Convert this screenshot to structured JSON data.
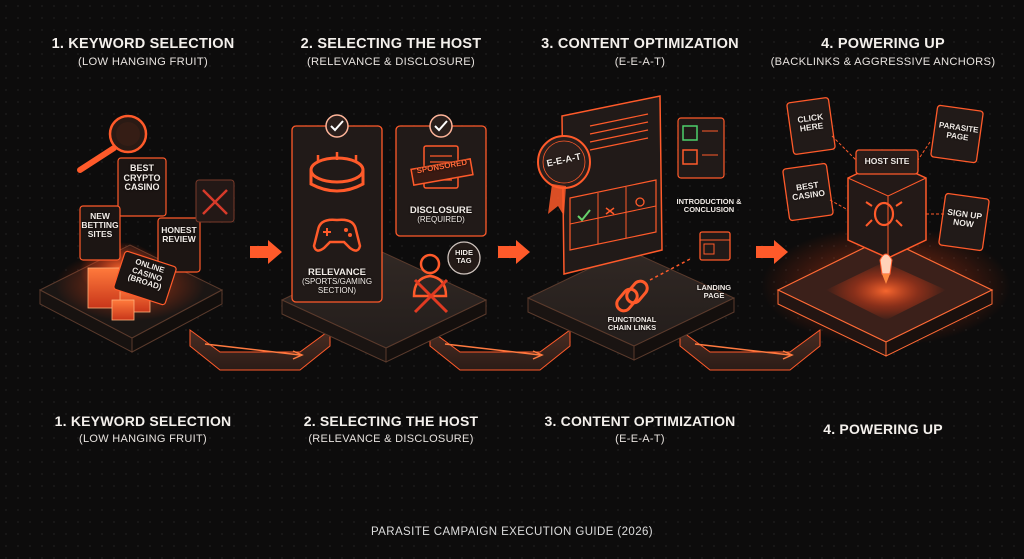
{
  "steps_top": [
    {
      "title": "1. KEYWORD SELECTION",
      "subtitle": "(LOW HANGING FRUIT)"
    },
    {
      "title": "2. SELECTING THE HOST",
      "subtitle": "(RELEVANCE & DISCLOSURE)"
    },
    {
      "title": "3. CONTENT OPTIMIZATION",
      "subtitle": "(E-E-A-T)"
    },
    {
      "title": "4. POWERING UP",
      "subtitle": "(BACKLINKS & AGGRESSIVE ANCHORS)"
    }
  ],
  "steps_bottom": [
    {
      "title": "1. KEYWORD SELECTION",
      "subtitle": "(LOW HANGING FRUIT)"
    },
    {
      "title": "2. SELECTING THE HOST",
      "subtitle": "(RELEVANCE & DISCLOSURE)"
    },
    {
      "title": "3. CONTENT OPTIMIZATION",
      "subtitle": "(E-E-A-T)"
    },
    {
      "title": "4. POWERING UP",
      "subtitle": ""
    }
  ],
  "stage1": {
    "best_crypto": "BEST CRYPTO CASINO",
    "new_betting": "NEW BETTING SITES",
    "honest_review": "HONEST REVIEW",
    "online_casino": "ONLINE CASINO (BROAD)"
  },
  "stage2": {
    "sponsored": "SPONSORED",
    "disclosure": "DISCLOSURE",
    "disclosure_note": "(REQUIRED)",
    "relevance": "RELEVANCE",
    "relevance_note": "(SPORTS/GAMING SECTION)",
    "hide_tag": "HIDE TAG"
  },
  "stage3": {
    "eeat_badge": "E-E-A-T",
    "intro_conclusion": "INTRODUCTION & CONCLUSION",
    "landing_page": "LANDING PAGE",
    "chain_links": "FUNCTIONAL CHAIN LINKS"
  },
  "stage4": {
    "click_here": "CLICK HERE",
    "parasite_page": "PARASITE PAGE",
    "host_site": "HOST SITE",
    "best_casino": "BEST CASINO",
    "sign_up_now": "SIGN UP NOW"
  },
  "footer": "PARASITE CAMPAIGN EXECUTION GUIDE (2026)",
  "colors": {
    "accent": "#ff5a2a",
    "background": "#0d0c0c",
    "platform": "#2a2320"
  }
}
